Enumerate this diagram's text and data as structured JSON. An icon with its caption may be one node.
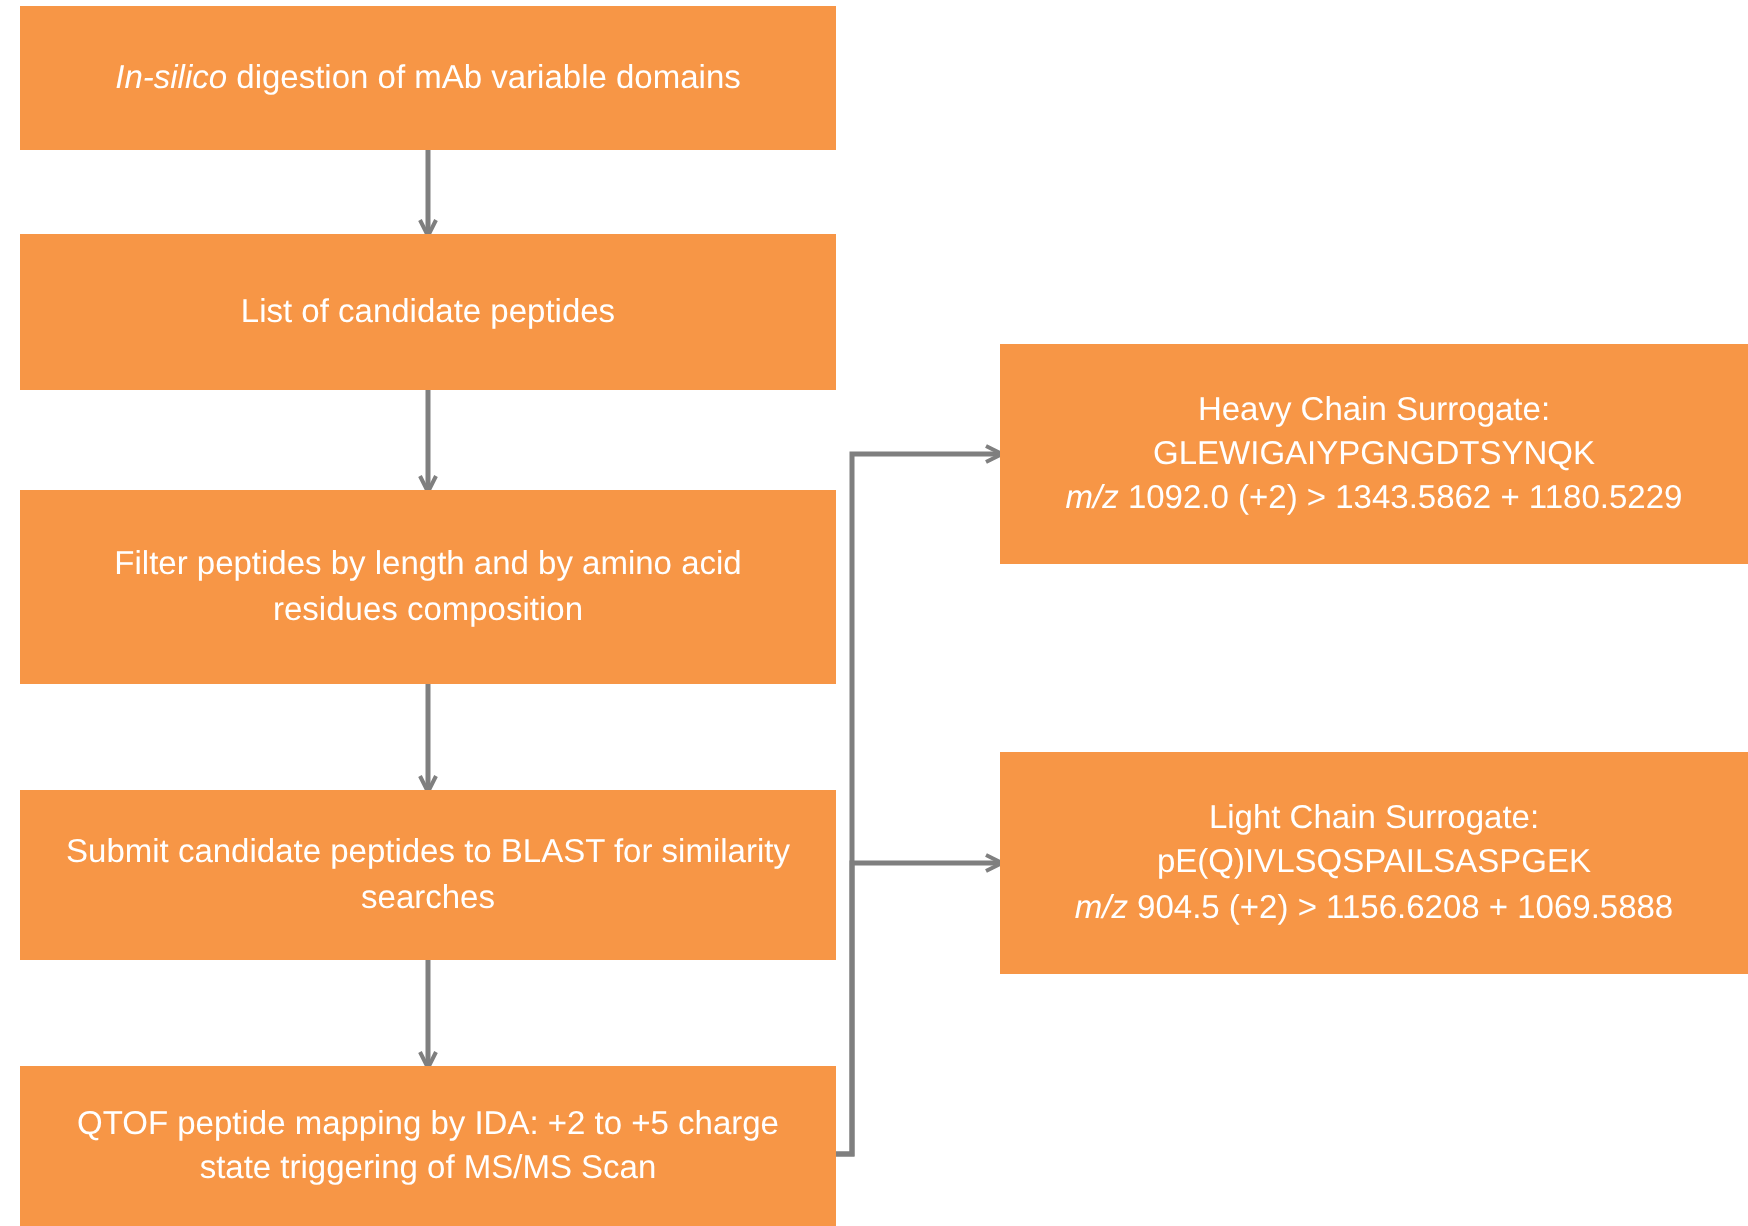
{
  "diagram": {
    "nodes": [
      {
        "text": [
          "*In-silico* digestion of mAb variable domains"
        ]
      },
      {
        "text": [
          "List of candidate peptides"
        ]
      },
      {
        "text": [
          "Filter peptides by length and by amino acid residues composition"
        ]
      },
      {
        "text": [
          "Submit candidate peptides to BLAST for similarity searches"
        ]
      },
      {
        "text": [
          "QTOF peptide mapping by IDA: +2 to +5 charge state triggering of MS/MS Scan"
        ]
      },
      {
        "text": [
          "Heavy Chain Surrogate:",
          "GLEWIGAIYPGNGDTSYNQK",
          "*m/z* 1092.0 (+2) > 1343.5862 + 1180.5229"
        ]
      },
      {
        "text": [
          "Light Chain Surrogate:",
          "pE(Q)IVLSQSPAILSASPGEK",
          "*m/z* 904.5 (+2) > 1156.6208 + 1069.5888"
        ]
      }
    ],
    "edges": [
      {
        "from": 0,
        "to": 1,
        "arrow": "to"
      },
      {
        "from": 1,
        "to": 2,
        "arrow": "to"
      },
      {
        "from": 2,
        "to": 3,
        "arrow": "to"
      },
      {
        "from": 3,
        "to": 4,
        "arrow": "to"
      },
      {
        "from": 4,
        "to": 5,
        "arrow": "to"
      },
      {
        "from": 4,
        "to": 6,
        "arrow": "to"
      }
    ]
  }
}
